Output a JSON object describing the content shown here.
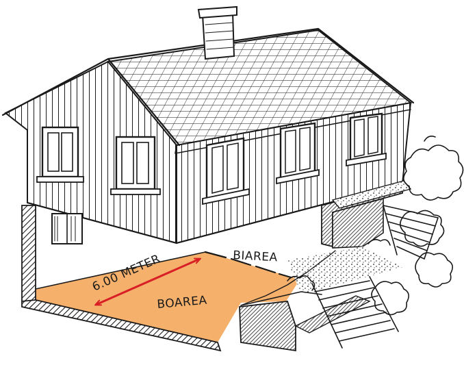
{
  "labels": {
    "biarea": "BIAREA",
    "boarea": "BOAREA",
    "dimension": "6.00 METER"
  },
  "colors": {
    "boarea_fill": "#f5b06b",
    "dimension_arrow": "#d91f26",
    "ink": "#1a1a1a",
    "background": "#ffffff"
  }
}
